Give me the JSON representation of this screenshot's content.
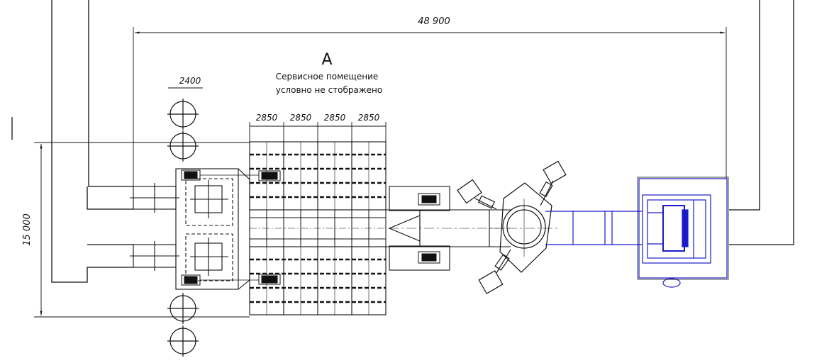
{
  "drawing": {
    "zone_label": "A",
    "service_note": [
      "Сервисное помещение",
      "условно не стображено"
    ],
    "overall_length": "48 900",
    "overall_width": "15 000",
    "column_spacing": "2400",
    "bay_dims": [
      "2850",
      "2850",
      "2850",
      "2850"
    ],
    "colors": {
      "line": "#111111",
      "equipment_blue": "#1a1acc"
    }
  }
}
